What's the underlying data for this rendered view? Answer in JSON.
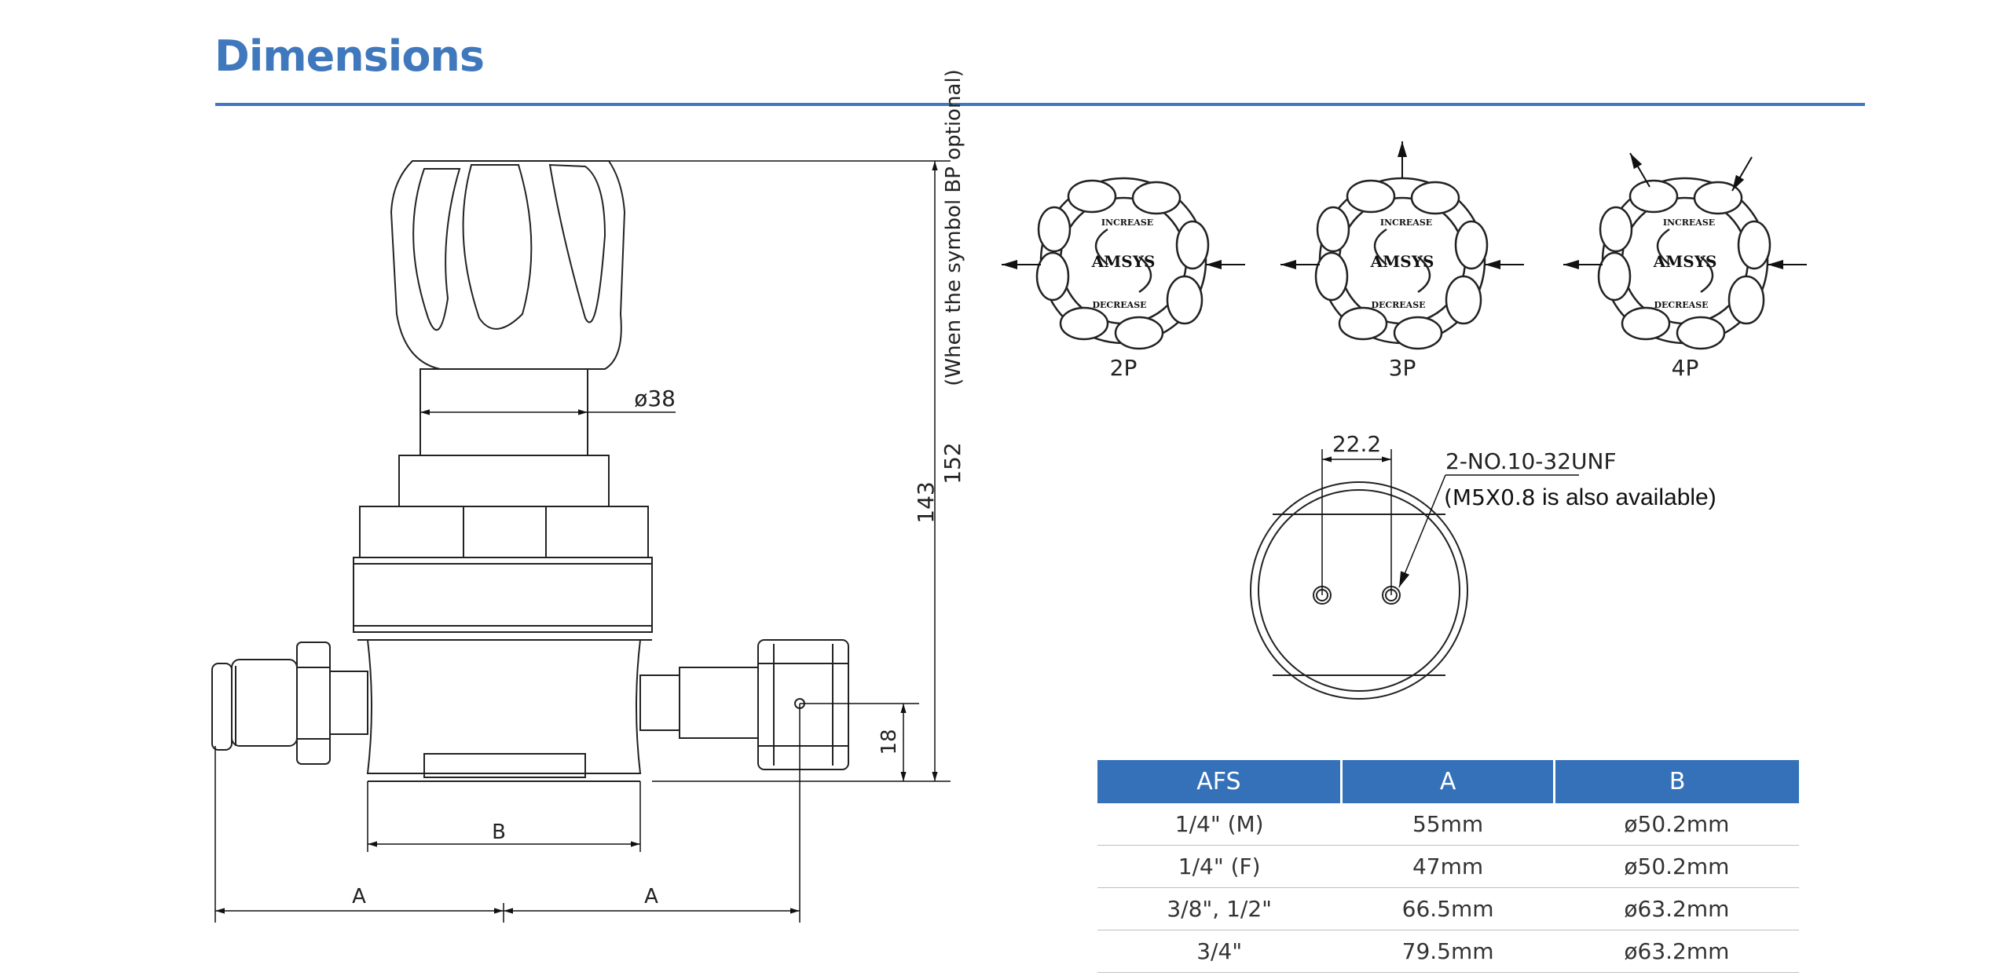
{
  "page": {
    "title": "Dimensions"
  },
  "drawing": {
    "dia_38": "ø38",
    "height_143": "143",
    "height_152": "152",
    "height_note": "(When the symbol BP optional)",
    "dim_18": "18",
    "dim_b": "B",
    "dim_a_left": "A",
    "dim_a_right": "A"
  },
  "knobs": [
    {
      "label": "2P",
      "increase": "INCREASE",
      "decrease": "DECREASE",
      "brand": "AMSYS"
    },
    {
      "label": "3P",
      "increase": "INCREASE",
      "decrease": "DECREASE",
      "brand": "AMSYS"
    },
    {
      "label": "4P",
      "increase": "INCREASE",
      "decrease": "DECREASE",
      "brand": "AMSYS"
    }
  ],
  "mounting": {
    "spacing": "22.2",
    "thread": "2-NO.10-32UNF",
    "alt_prefix": "(M5X0.8",
    "alt_suffix": " is also available)"
  },
  "table": {
    "headers": [
      "AFS",
      "A",
      "B"
    ],
    "rows": [
      [
        "1/4\" (M)",
        "55mm",
        "ø50.2mm"
      ],
      [
        "1/4\" (F)",
        "47mm",
        "ø50.2mm"
      ],
      [
        "3/8\", 1/2\"",
        "66.5mm",
        "ø63.2mm"
      ],
      [
        "3/4\"",
        "79.5mm",
        "ø63.2mm"
      ]
    ]
  },
  "colors": {
    "accent": "#3f78bd",
    "header_bg": "#3471b9"
  }
}
